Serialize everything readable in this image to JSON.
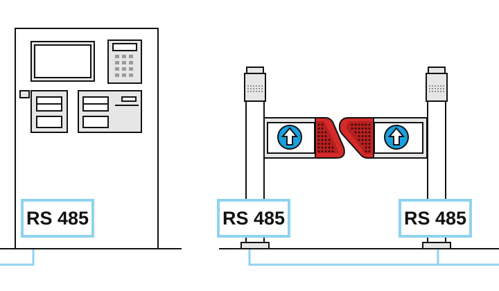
{
  "labels": {
    "kiosk_port": "RS 485",
    "gate_left_port": "RS 485",
    "gate_right_port": "RS 485"
  },
  "colors": {
    "outline": "#111111",
    "panel_fill": "#e6e6e6",
    "cable": "#8fd3ef",
    "arrow_circle": "#1aa0de",
    "reflector_red": "#d42a2a"
  },
  "icons": {
    "gate_arrow": "arrow-up-icon",
    "reflector": "reflector-dots-icon"
  }
}
